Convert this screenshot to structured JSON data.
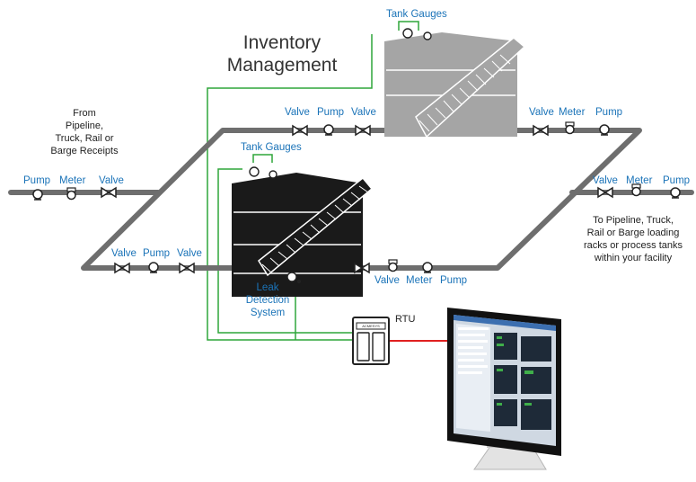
{
  "title": {
    "line1": "Inventory",
    "line2": "Management"
  },
  "colors": {
    "pipe": "#6e6e6e",
    "tank": "#1a1a1a",
    "tank_top": "#a5a5a5",
    "signal": "#2ea63a",
    "link": "#e02020",
    "label": "#1a73b8"
  },
  "labels": {
    "top_tank_gauges": "Tank Gauges",
    "front_tank_gauges": "Tank Gauges",
    "from_source": [
      "From",
      "Pipeline,",
      "Truck, Rail or",
      "Barge Receipts"
    ],
    "to_dest": [
      "To Pipeline, Truck,",
      "Rail or Barge loading",
      "racks or process tanks",
      "within your facility"
    ],
    "leak_detection": [
      "Leak",
      "Detection",
      "System"
    ],
    "rtu": "RTU",
    "rtu_brand": "ACMESYS"
  },
  "inlet_labels": [
    "Pump",
    "Meter",
    "Valve"
  ],
  "top_run_labels": [
    "Valve",
    "Pump",
    "Valve"
  ],
  "top_right_labels": [
    "Valve",
    "Meter",
    "Pump"
  ],
  "outlet_labels": [
    "Valve",
    "Meter",
    "Pump"
  ],
  "bottom_left_labels": [
    "Valve",
    "Pump",
    "Valve"
  ],
  "bottom_right_labels": [
    "Valve",
    "Meter",
    "Pump"
  ]
}
